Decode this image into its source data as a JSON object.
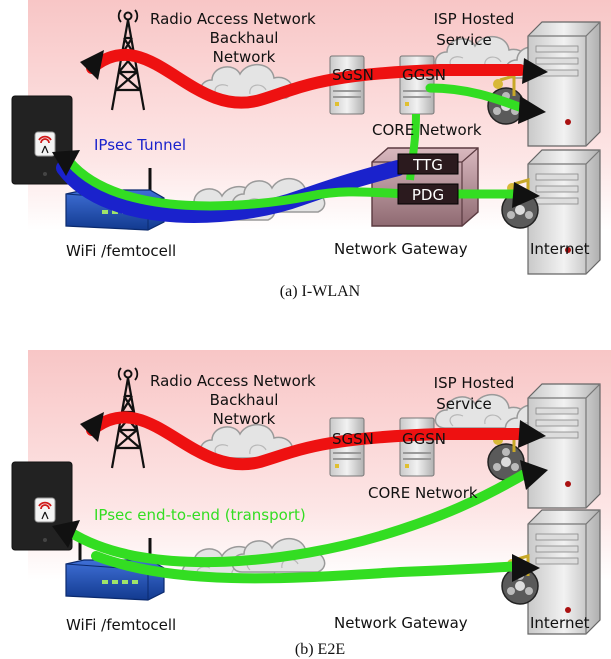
{
  "panels": [
    {
      "caption": "(a) I-WLAN",
      "labels": {
        "ran": "Radio Access Network",
        "backhaul_line1": "Backhaul",
        "backhaul_line2": "Network",
        "isp_line1": "ISP Hosted",
        "isp_line2": "Service",
        "sgsn": "SGSN",
        "ggsn": "GGSN",
        "core": "CORE Network",
        "tunnel": "IPsec Tunnel",
        "ttg": "TTG",
        "pdg": "PDG",
        "gateway": "Network Gateway",
        "internet": "Internet",
        "wifi": "WiFi /femtocell"
      }
    },
    {
      "caption": "(b) E2E",
      "labels": {
        "ran": "Radio Access Network",
        "backhaul_line1": "Backhaul",
        "backhaul_line2": "Network",
        "isp_line1": "ISP Hosted",
        "isp_line2": "Service",
        "sgsn": "SGSN",
        "ggsn": "GGSN",
        "core": "CORE Network",
        "tunnel": "IPsec end-to-end (transport)",
        "gateway": "Network Gateway",
        "internet": "Internet",
        "wifi": "WiFi /femtocell"
      }
    }
  ],
  "colors": {
    "background_tint": "#fbd9d9",
    "mobile_path": "#ee1111",
    "data_path": "#33dd22",
    "tunnel_path": "#1a22cc",
    "tunnel_label_a": "#1a22cc",
    "tunnel_label_b": "#33dd22"
  }
}
